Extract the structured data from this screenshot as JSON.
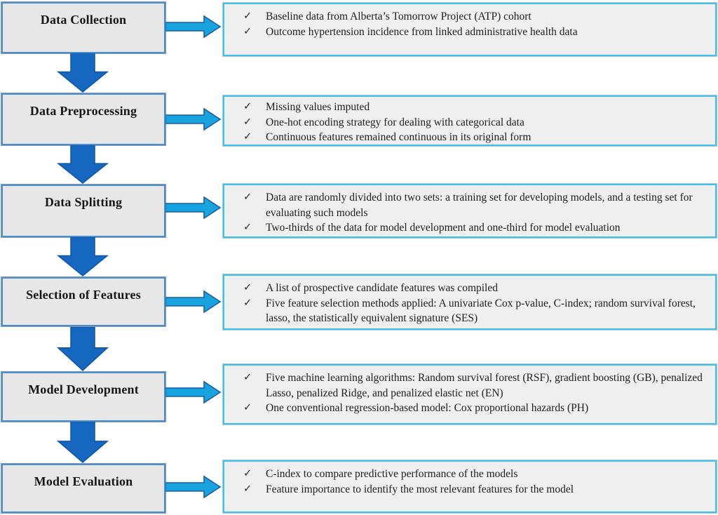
{
  "icons": {
    "check": "✓"
  },
  "colors": {
    "stage_box_fill": "#e7e7e7",
    "stage_box_border": "#4a8ecf",
    "detail_box_fill": "#efefef",
    "detail_box_border": "#3fc1f0",
    "right_arrow_fill": "#17a3dd",
    "right_arrow_stroke": "#1b5ea6",
    "down_arrow_fill": "#1667c0",
    "down_arrow_stroke": "#0f57a4",
    "title_text": "#161616",
    "bullet_text": "#1d1d1d"
  },
  "stages": [
    {
      "title": "Data Collection",
      "bullets": [
        "Baseline data from Alberta’s Tomorrow Project (ATP) cohort",
        "Outcome hypertension incidence from linked administrative health data"
      ]
    },
    {
      "title": "Data Preprocessing",
      "bullets": [
        "Missing values imputed",
        "One-hot encoding strategy for dealing with categorical data",
        "Continuous features remained continuous in its original form"
      ]
    },
    {
      "title": "Data Splitting",
      "bullets": [
        "Data are randomly divided into two sets: a training set for developing models, and a testing set for evaluating such models",
        "Two-thirds of the data for model development and one-third for model evaluation"
      ]
    },
    {
      "title": "Selection of Features",
      "bullets": [
        "A list of prospective candidate features was compiled",
        "Five feature selection methods applied: A univariate Cox p-value, C-index; random survival forest, lasso, the statistically equivalent signature (SES)"
      ]
    },
    {
      "title": "Model Development",
      "bullets": [
        "Five machine learning algorithms: Random survival forest (RSF), gradient boosting (GB), penalized Lasso, penalized Ridge, and penalized elastic net (EN)",
        "One conventional regression-based model: Cox proportional hazards (PH)"
      ]
    },
    {
      "title": "Model Evaluation",
      "bullets": [
        "C-index to compare predictive performance of the models",
        "Feature importance to identify the most relevant features for the model"
      ]
    }
  ]
}
